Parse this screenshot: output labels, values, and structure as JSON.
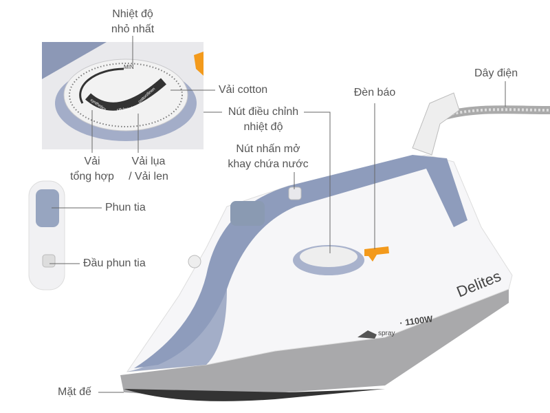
{
  "labels": {
    "min_temp": [
      "Nhiệt độ",
      "nhỏ nhất"
    ],
    "cotton": "Vải cotton",
    "temp_knob": [
      "Nút điều chỉnh",
      "nhiệt độ"
    ],
    "synthetic": [
      "Vải",
      "tổng hợp"
    ],
    "silk_wool": [
      "Vải lụa",
      "/ Vải len"
    ],
    "water_tray_button": [
      "Nút nhấn mở",
      "khay chứa nước"
    ],
    "power_cord": "Dây điện",
    "indicator_light": "Đèn báo",
    "spray": "Phun tia",
    "spray_nozzle": "Đầu phun tia",
    "soleplate": "Mặt đế"
  },
  "product": {
    "brand": "Delites",
    "spray_text": "spray",
    "power": "1100W",
    "dial_min": "MIN",
    "dial_settings": [
      "synthetics",
      "silk/wool",
      "cotton/linen"
    ]
  },
  "colors": {
    "body": "#ffffff",
    "accent": "#8e9cbc",
    "soleplate": "#a9a9ab",
    "indicator": "#f39a1c",
    "text": "#555555"
  }
}
